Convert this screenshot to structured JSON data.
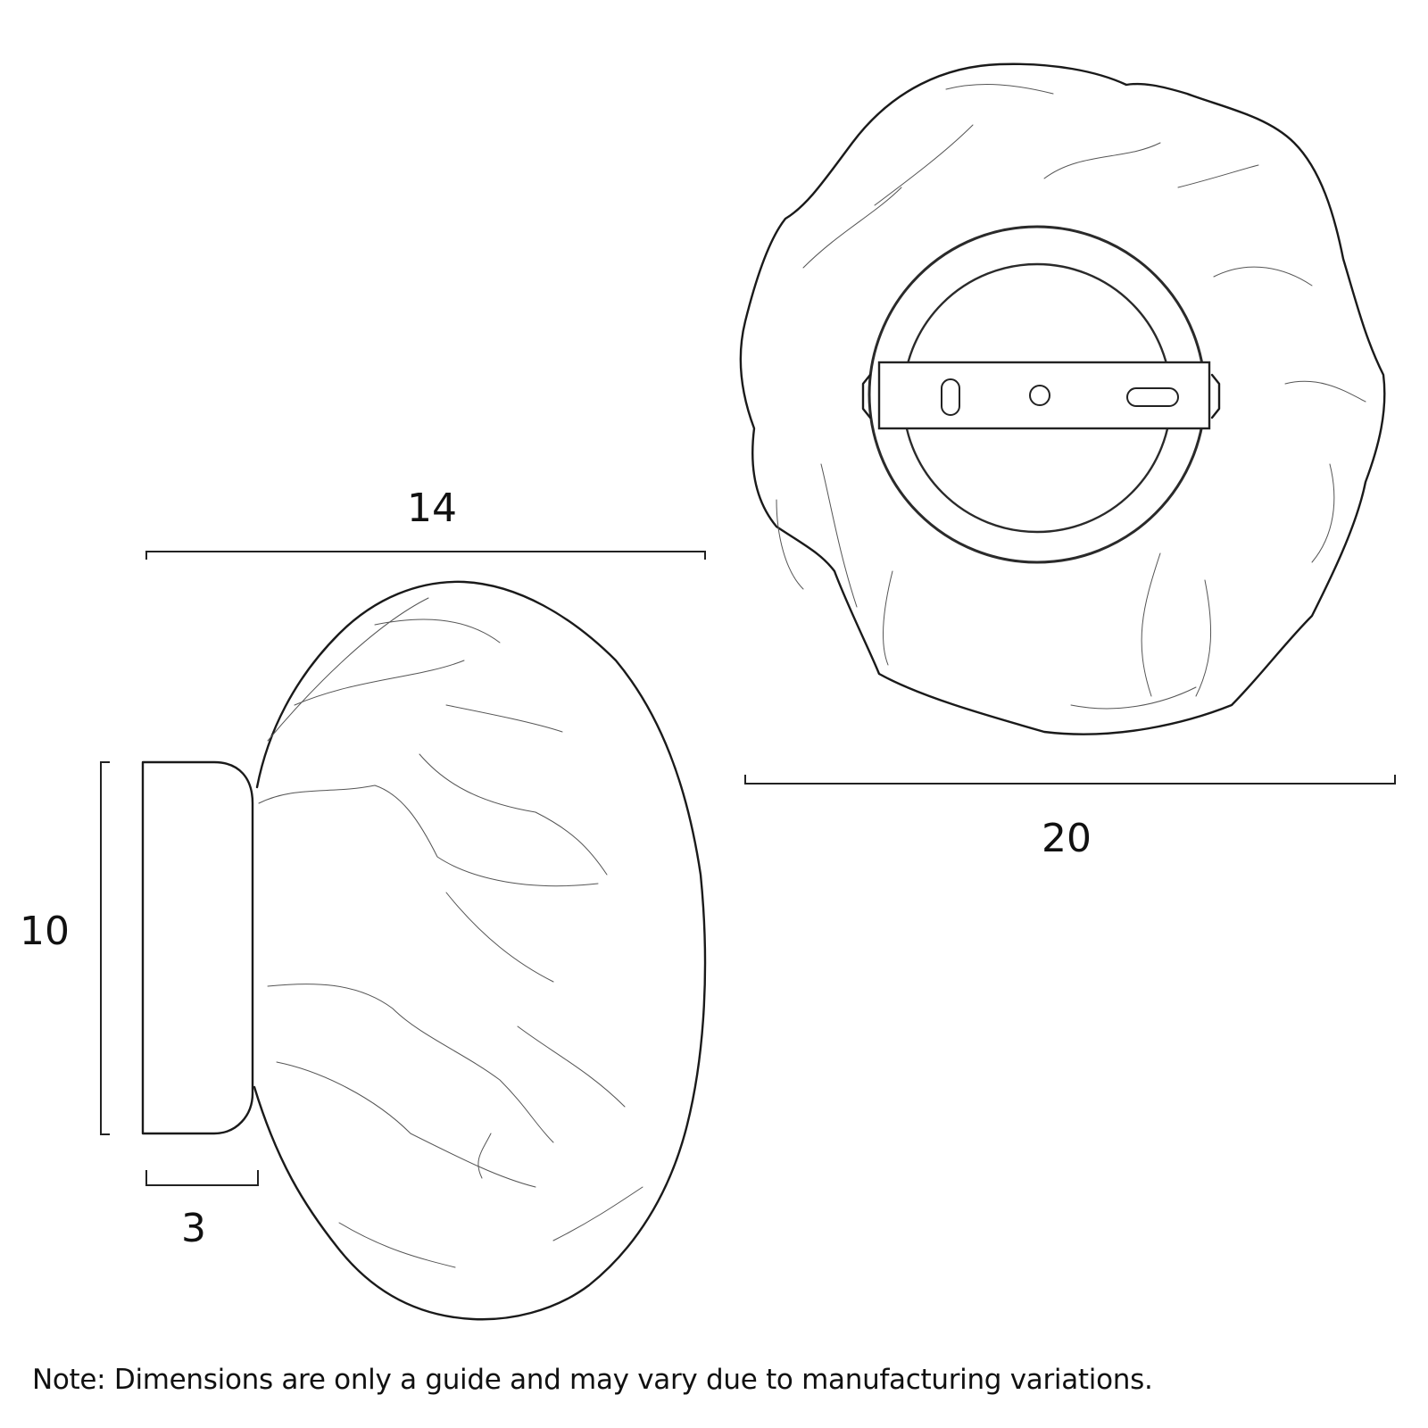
{
  "dimensions": {
    "top_width": "14",
    "overall_width": "20",
    "backplate_height": "10",
    "backplate_depth": "3"
  },
  "views": {
    "side_view": "side-view",
    "front_view": "rear-mounting-view"
  },
  "note": "Note: Dimensions are only a guide and may vary due to manufacturing variations."
}
